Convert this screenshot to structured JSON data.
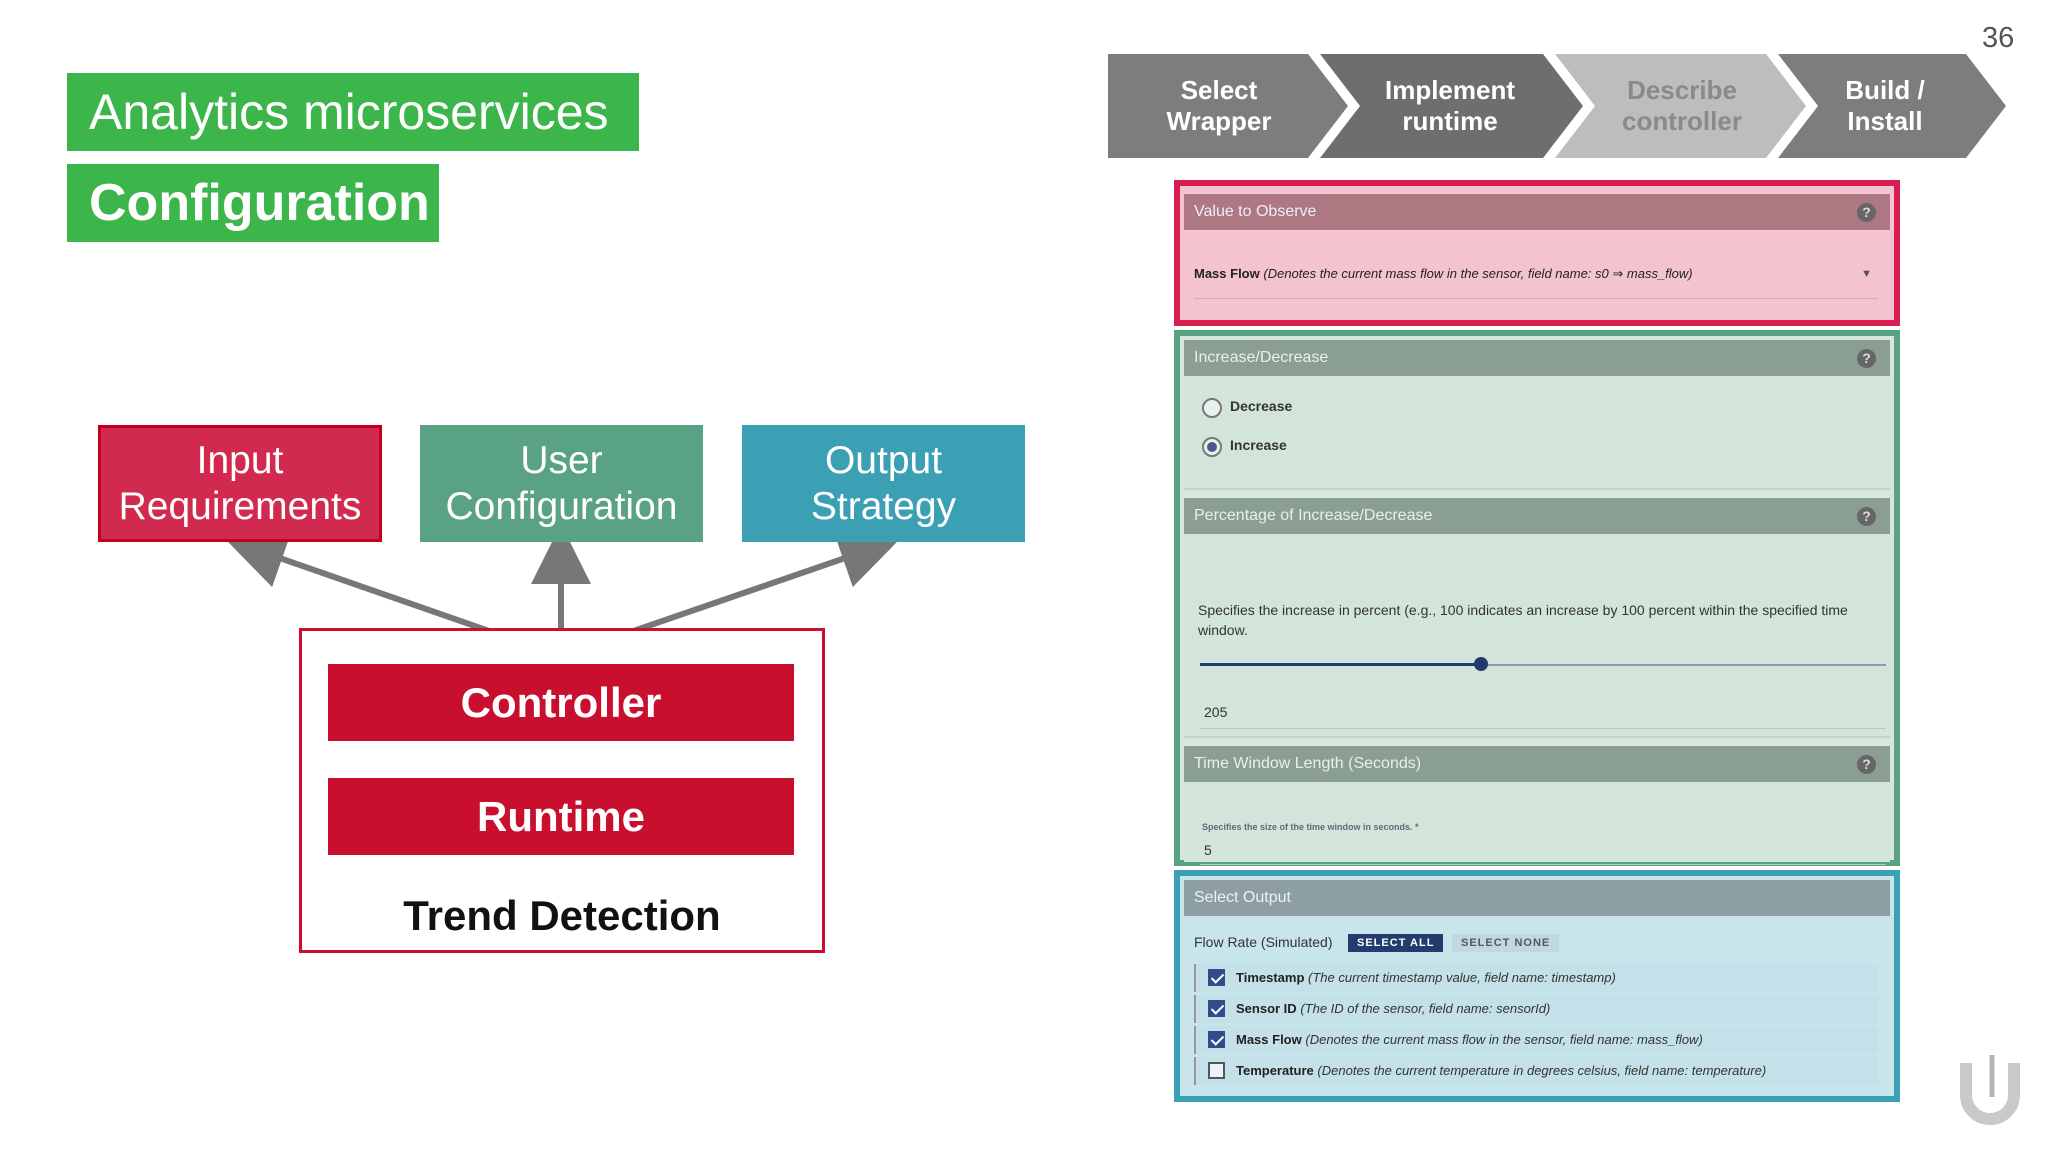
{
  "slide": {
    "number": "36"
  },
  "titles": {
    "line1": "Analytics microservices",
    "line2": "Configuration"
  },
  "diagram": {
    "boxes": [
      {
        "line1": "Input",
        "line2": "Requirements",
        "color": "#d12a4e"
      },
      {
        "line1": "User",
        "line2": "Configuration",
        "color": "#5aa284"
      },
      {
        "line1": "Output",
        "line2": "Strategy",
        "color": "#3ca0b4"
      }
    ],
    "controller": "Controller",
    "runtime": "Runtime",
    "trend": "Trend Detection"
  },
  "pipeline": {
    "steps": [
      {
        "line1": "Select",
        "line2": "Wrapper"
      },
      {
        "line1": "Implement",
        "line2": "runtime"
      },
      {
        "line1": "Describe",
        "line2": "controller"
      },
      {
        "line1": "Build /",
        "line2": "Install"
      }
    ]
  },
  "form": {
    "value_to_observe": {
      "header": "Value to Observe",
      "selected_name": "Mass Flow",
      "selected_desc": "(Denotes the current mass flow in the sensor, field name: s0 ⇒ mass_flow)"
    },
    "increase_decrease": {
      "header": "Increase/Decrease",
      "options": [
        {
          "label": "Decrease",
          "selected": false
        },
        {
          "label": "Increase",
          "selected": true
        }
      ]
    },
    "percentage": {
      "header": "Percentage of Increase/Decrease",
      "description": "Specifies the increase in percent (e.g., 100 indicates an increase by 100 percent within the specified time window.",
      "value": "205",
      "slider_fraction": 0.41
    },
    "time_window": {
      "header": "Time Window Length (Seconds)",
      "description": "Specifies the size of the time window in seconds. *",
      "value": "5"
    },
    "select_output": {
      "header": "Select Output",
      "source": "Flow Rate (Simulated)",
      "select_all": "SELECT ALL",
      "select_none": "SELECT NONE",
      "items": [
        {
          "name": "Timestamp",
          "desc": "(The current timestamp value, field name: timestamp)",
          "checked": true
        },
        {
          "name": "Sensor ID",
          "desc": "(The ID of the sensor, field name: sensorId)",
          "checked": true
        },
        {
          "name": "Mass Flow",
          "desc": "(Denotes the current mass flow in the sensor, field name: mass_flow)",
          "checked": true
        },
        {
          "name": "Temperature",
          "desc": "(Denotes the current temperature in degrees celsius, field name: temperature)",
          "checked": false
        }
      ]
    }
  },
  "icons": {
    "help": "help-icon",
    "dropdown": "caret-down-icon",
    "logo": "streampipes-logo-icon"
  }
}
